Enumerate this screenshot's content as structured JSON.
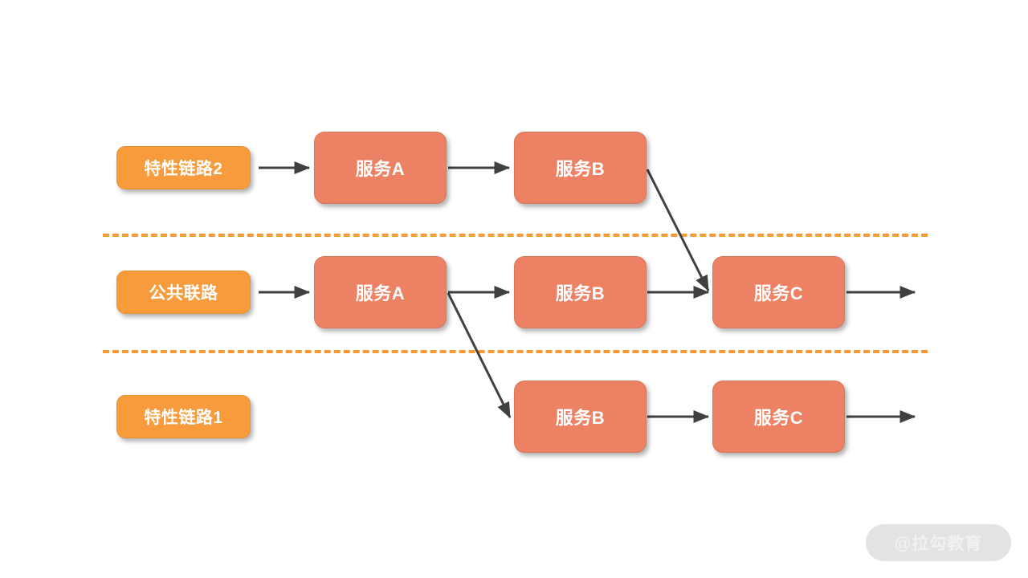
{
  "diagram": {
    "background_color": "#FFFFFF",
    "service_box_color": "#ED8164",
    "lane_label_color": "#F89B3C",
    "separator_color": "#F59B33",
    "arrow_color": "#404040",
    "lanes": [
      {
        "id": "lane-top",
        "label": "特性链路2",
        "nodes": [
          "服务A",
          "服务B"
        ]
      },
      {
        "id": "lane-middle",
        "label": "公共联路",
        "nodes": [
          "服务A",
          "服务B",
          "服务C"
        ]
      },
      {
        "id": "lane-bottom",
        "label": "特性链路1",
        "nodes": [
          "服务B",
          "服务C"
        ]
      }
    ],
    "nodes": {
      "top_a": "服务A",
      "top_b": "服务B",
      "mid_a": "服务A",
      "mid_b": "服务B",
      "mid_c": "服务C",
      "bot_b": "服务B",
      "bot_c": "服务C"
    },
    "labels": {
      "top": "特性链路2",
      "middle": "公共联路",
      "bottom": "特性链路1"
    },
    "edges": [
      {
        "from": "特性链路2",
        "to": "服务A",
        "lane": "top",
        "style": "straight"
      },
      {
        "from": "服务A",
        "to": "服务B",
        "lane": "top",
        "style": "straight"
      },
      {
        "from": "服务B",
        "to": "服务C",
        "lane": "top-to-middle",
        "style": "diagonal"
      },
      {
        "from": "公共联路",
        "to": "服务A",
        "lane": "middle",
        "style": "straight"
      },
      {
        "from": "服务A",
        "to": "服务B",
        "lane": "middle",
        "style": "straight"
      },
      {
        "from": "服务B",
        "to": "服务C",
        "lane": "middle",
        "style": "straight"
      },
      {
        "from": "服务C",
        "to": "",
        "lane": "middle",
        "style": "straight-exit"
      },
      {
        "from": "服务A",
        "to": "服务B",
        "lane": "middle-to-bottom",
        "style": "diagonal"
      },
      {
        "from": "服务B",
        "to": "服务C",
        "lane": "bottom",
        "style": "straight"
      },
      {
        "from": "服务C",
        "to": "",
        "lane": "bottom",
        "style": "straight-exit"
      }
    ]
  },
  "watermark": {
    "text": "@拉勾教育"
  }
}
